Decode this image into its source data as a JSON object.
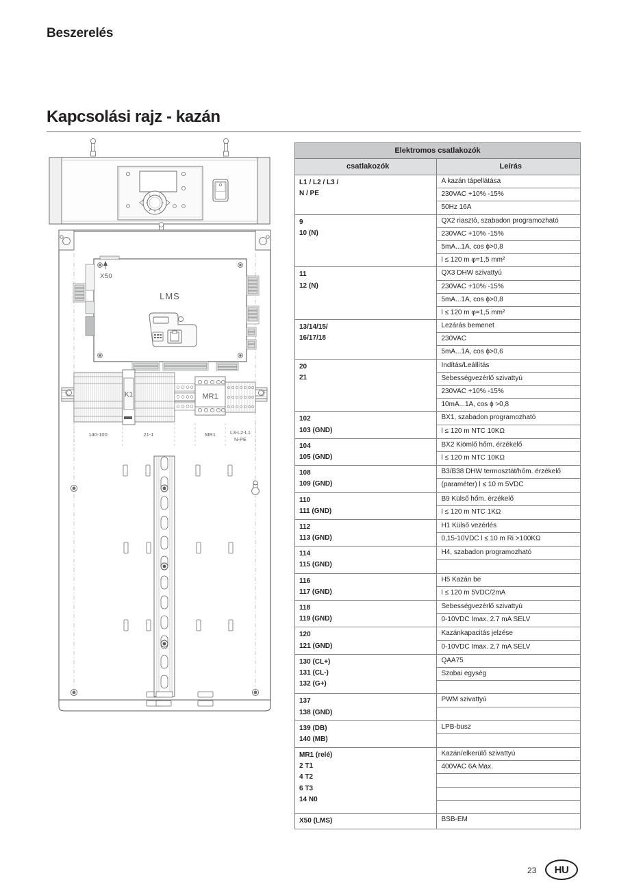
{
  "header": {
    "chapter": "Beszerelés",
    "section_title": "Kapcsolási rajz - kazán"
  },
  "footer": {
    "page_number": "23",
    "country_code": "HU"
  },
  "diagram": {
    "board_label": "LMS",
    "x50_label": "X50",
    "relay_label": "MR1",
    "contactor_label": "K1",
    "terminal_groups": [
      "140-100",
      "21-1",
      "MR1",
      "L3-L2-L1\nN-PE"
    ],
    "terminal_group_1": "140-100",
    "terminal_group_2": "21-1",
    "terminal_group_3": "MR1",
    "terminal_group_4a": "L3-L2-L1",
    "terminal_group_4b": "N-PE"
  },
  "table": {
    "title": "Elektromos csatlakozók",
    "columns": {
      "terminals": "csatlakozók",
      "description": "Leírás"
    },
    "rows": [
      {
        "terminals": "L1 / L2 / L3 /\nN /  PE",
        "terminals_lines": [
          "L1 / L2 / L3 /",
          "N /  PE"
        ],
        "descriptions": [
          "A kazán tápellátása",
          "230VAC +10% -15%",
          "50Hz 16A"
        ]
      },
      {
        "terminals_lines": [
          "9",
          "10 (N)"
        ],
        "descriptions": [
          "QX2 riasztó, szabadon programozható",
          "230VAC +10% -15%",
          "5mA...1A, cos ɸ>0,8",
          "l ≤ 120 m φ=1,5 mm²"
        ]
      },
      {
        "terminals_lines": [
          "11",
          "12 (N)"
        ],
        "descriptions": [
          "QX3 DHW szivattyú",
          "230VAC +10% -15%",
          "5mA...1A, cos ɸ>0,8",
          "l ≤ 120 m φ=1,5 mm²"
        ]
      },
      {
        "terminals_lines": [
          "13/14/15/",
          "16/17/18"
        ],
        "descriptions": [
          "Lezárás bemenet",
          "230VAC",
          "5mA...1A, cos ɸ>0,6"
        ]
      },
      {
        "terminals_lines": [
          "20",
          "21"
        ],
        "descriptions": [
          "Indítás/Leállítás",
          "Sebességvezérlő szivattyú",
          "230VAC +10% -15%",
          "10mA...1A, cos ɸ >0,8"
        ]
      },
      {
        "terminals_lines": [
          "102",
          "103 (GND)"
        ],
        "descriptions": [
          "BX1, szabadon programozható",
          "l ≤ 120 m  NTC 10KΩ"
        ]
      },
      {
        "terminals_lines": [
          "104",
          "105 (GND)"
        ],
        "descriptions": [
          "BX2 Kiömlő hőm. érzékelő",
          "l ≤ 120 m  NTC 10KΩ"
        ]
      },
      {
        "terminals_lines": [
          "108",
          "109 (GND)"
        ],
        "descriptions": [
          "B3/B38 DHW termosztát/hőm. érzékelő",
          "(paraméter) l ≤ 10 m 5VDC"
        ]
      },
      {
        "terminals_lines": [
          "110",
          "111 (GND)"
        ],
        "descriptions": [
          "B9 Külső hőm. érzékelő",
          "l ≤ 120 m  NTC 1KΩ"
        ]
      },
      {
        "terminals_lines": [
          "112",
          "113 (GND)"
        ],
        "descriptions": [
          "H1 Külső vezérlés",
          "0,15-10VDC l ≤ 10 m Ri >100KΩ"
        ]
      },
      {
        "terminals_lines": [
          "114",
          "115 (GND)"
        ],
        "descriptions": [
          "H4, szabadon programozható",
          ""
        ]
      },
      {
        "terminals_lines": [
          "116",
          "117 (GND)"
        ],
        "descriptions": [
          "H5 Kazán be",
          "l ≤ 120 m 5VDC/2mA"
        ]
      },
      {
        "terminals_lines": [
          "118",
          "119 (GND)"
        ],
        "descriptions": [
          "Sebességvezérlő szivattyú",
          "0-10VDC Imax. 2.7 mA SELV"
        ]
      },
      {
        "terminals_lines": [
          "120",
          "121 (GND)"
        ],
        "descriptions": [
          "Kazánkapacitás jelzése",
          "0-10VDC Imax. 2.7 mA SELV"
        ]
      },
      {
        "terminals_lines": [
          "130 (CL+)",
          "131 (CL-)",
          "132 (G+)"
        ],
        "descriptions": [
          "QAA75",
          "Szobai egység"
        ]
      },
      {
        "terminals_lines": [
          "137",
          "138 (GND)"
        ],
        "descriptions": [
          "PWM szivattyú"
        ]
      },
      {
        "terminals_lines": [
          "139 (DB)",
          "140 (MB)"
        ],
        "descriptions": [
          "LPB-busz"
        ]
      },
      {
        "terminals_lines": [
          "MR1 (relé)",
          "2 T1",
          "4 T2",
          "6 T3",
          "14 N0"
        ],
        "descriptions": [
          "Kazán/elkerülő szivattyú",
          "400VAC 6A Max."
        ]
      },
      {
        "terminals_lines": [
          "X50 (LMS)"
        ],
        "descriptions": [
          "BSB-EM"
        ]
      }
    ]
  }
}
